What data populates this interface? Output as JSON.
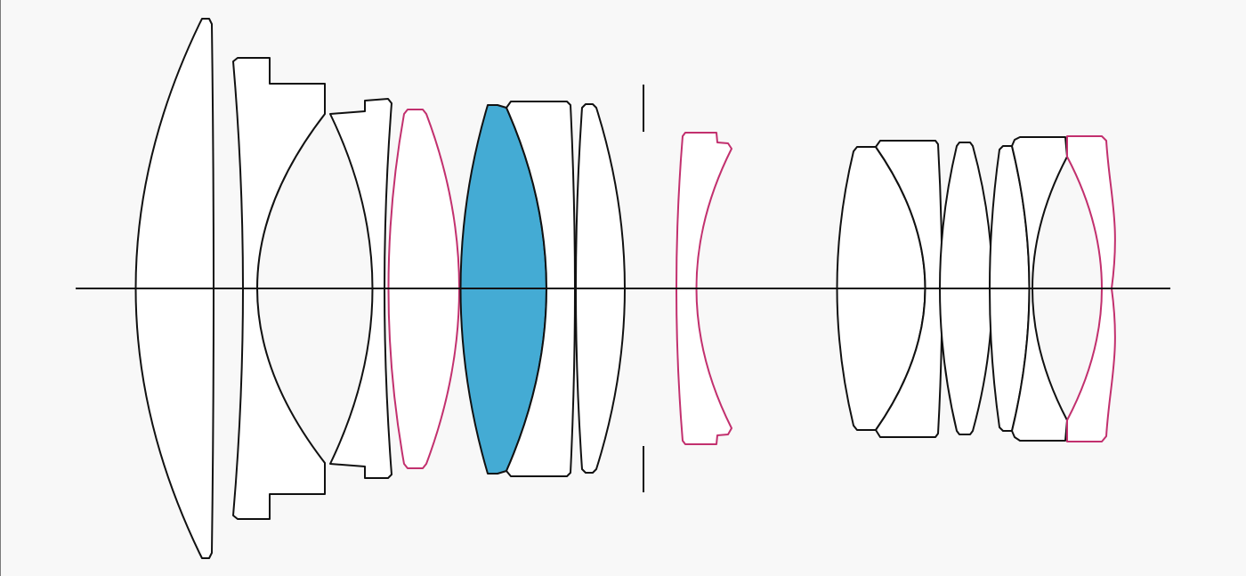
{
  "diagram": {
    "background_color": "#f8f8f8",
    "outline_color": "#111111",
    "lens_fill_color": "#ffffff",
    "aspherical_outline_color": "#c2306e",
    "special_glass_fill_color": "#44abd4",
    "element_types": [
      "standard",
      "standard",
      "standard",
      "aspherical",
      "special-glass",
      "standard",
      "standard",
      "aspherical",
      "standard",
      "standard",
      "standard",
      "standard",
      "standard",
      "aspherical"
    ],
    "groups": [
      {
        "name": "front-group",
        "element_count": 8
      },
      {
        "name": "rear-group",
        "element_count": 6
      }
    ],
    "has_aperture_stop": true
  }
}
